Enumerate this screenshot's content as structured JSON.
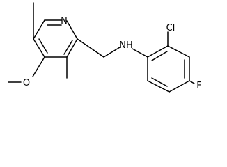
{
  "molecule": {
    "atom_labels": {
      "pyridine_n": "N",
      "amine_nh": "NH",
      "methoxy_o": "O",
      "chloro": "Cl",
      "fluoro": "F"
    },
    "colors": {
      "ink": "#000000",
      "background": "#ffffff"
    }
  }
}
